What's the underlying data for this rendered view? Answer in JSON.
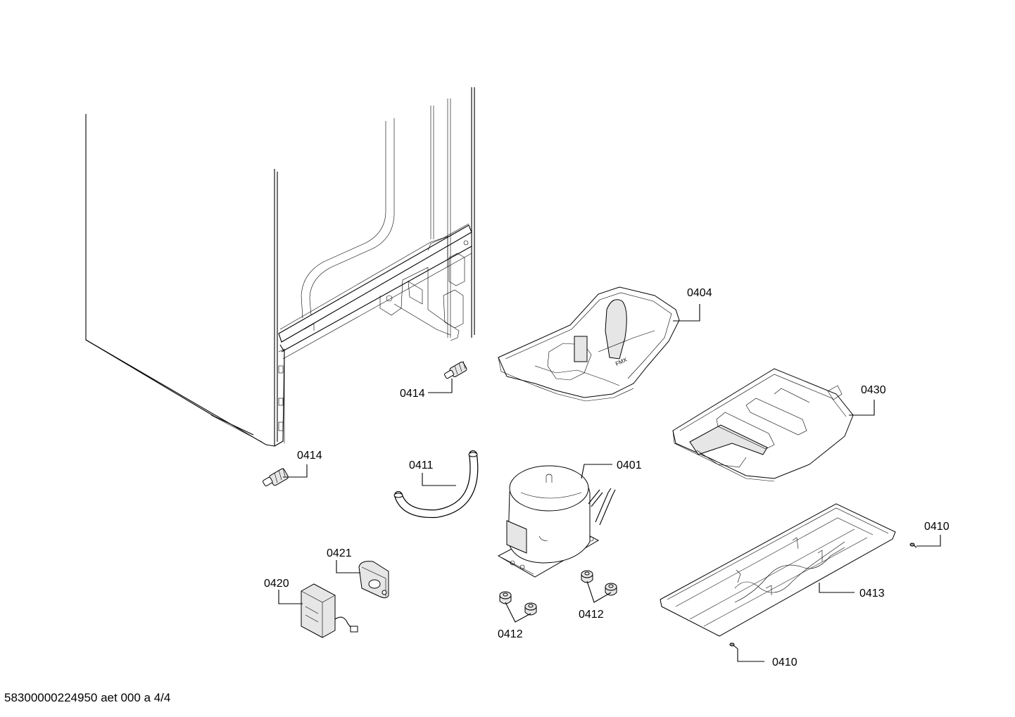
{
  "document_id": "58300000224950 aet 000 a 4/4",
  "callouts": [
    {
      "key": "c0404a",
      "label": "0404"
    },
    {
      "key": "c0430",
      "label": "0430"
    },
    {
      "key": "c0414a",
      "label": "0414"
    },
    {
      "key": "c0414b",
      "label": "0414"
    },
    {
      "key": "c0411",
      "label": "0411"
    },
    {
      "key": "c0401",
      "label": "0401"
    },
    {
      "key": "c0410a",
      "label": "0410"
    },
    {
      "key": "c0421",
      "label": "0421"
    },
    {
      "key": "c0420",
      "label": "0420"
    },
    {
      "key": "c0413",
      "label": "0413"
    },
    {
      "key": "c0412a",
      "label": "0412"
    },
    {
      "key": "c0412b",
      "label": "0412"
    },
    {
      "key": "c0410b",
      "label": "0410"
    }
  ]
}
